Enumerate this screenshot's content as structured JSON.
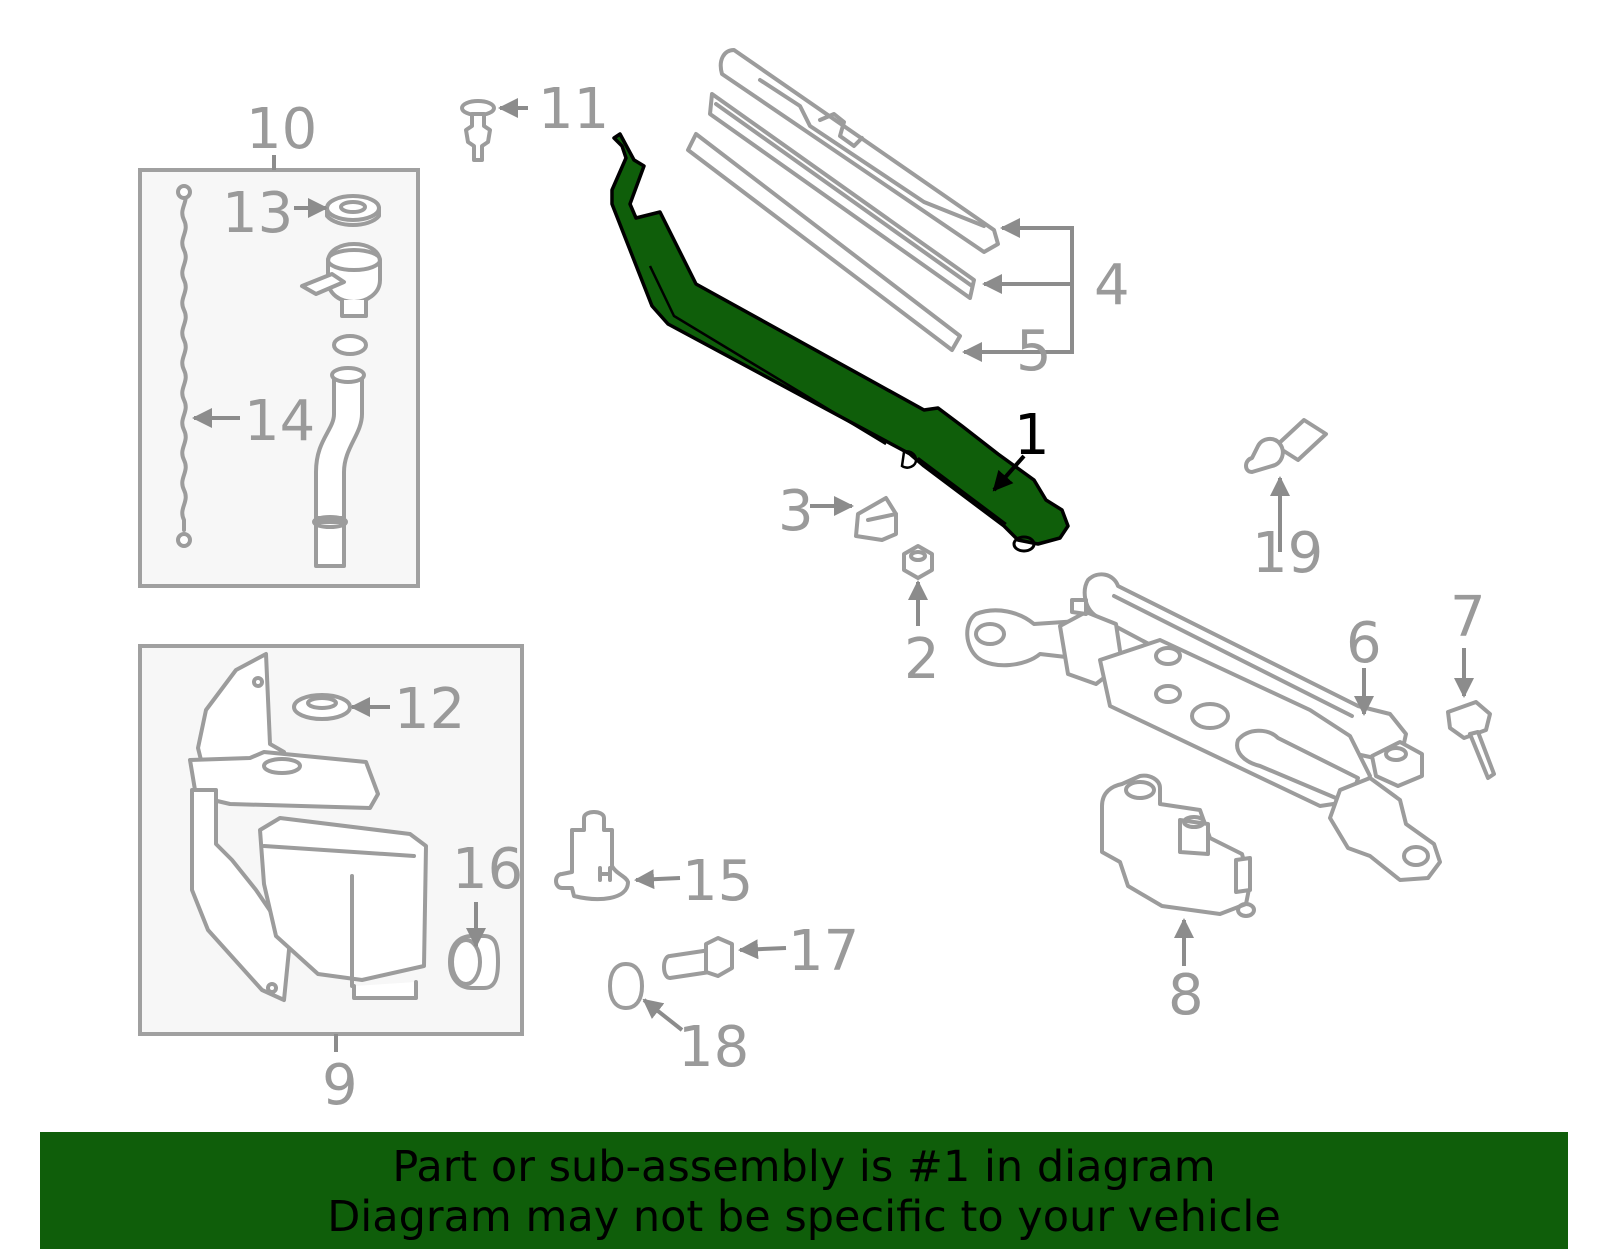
{
  "callouts": {
    "c1": "1",
    "c2": "2",
    "c3": "3",
    "c4": "4",
    "c5": "5",
    "c6": "6",
    "c7": "7",
    "c8": "8",
    "c9": "9",
    "c10": "10",
    "c11": "11",
    "c12": "12",
    "c13": "13",
    "c14": "14",
    "c15": "15",
    "c16": "16",
    "c17": "17",
    "c18": "18",
    "c19": "19"
  },
  "highlight_color": "#0f5e0a",
  "banner": {
    "line1": "Part or sub-assembly is #1 in diagram",
    "line2": "Diagram may not be specific to your vehicle"
  }
}
